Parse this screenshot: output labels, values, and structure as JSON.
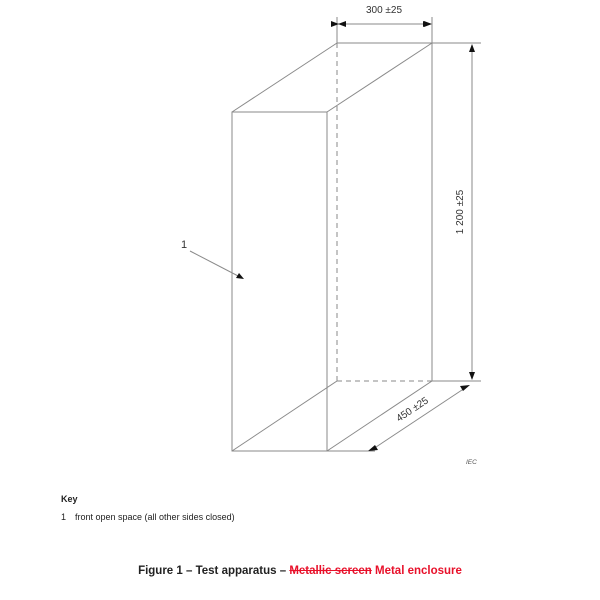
{
  "figure": {
    "dimensions": {
      "width_label": "300 ±25",
      "height_label": "1 200 ±25",
      "depth_label": "450 ±25"
    },
    "callout": "1",
    "watermark": "IEC"
  },
  "key": {
    "title": "Key",
    "items": [
      {
        "number": "1",
        "text": "front open space (all other sides closed)"
      }
    ]
  },
  "caption": {
    "prefix": "Figure 1 – Test apparatus – ",
    "deleted_text": "Metallic screen",
    "inserted_text": " Metal enclosure",
    "markup_color": "#e8102a"
  }
}
